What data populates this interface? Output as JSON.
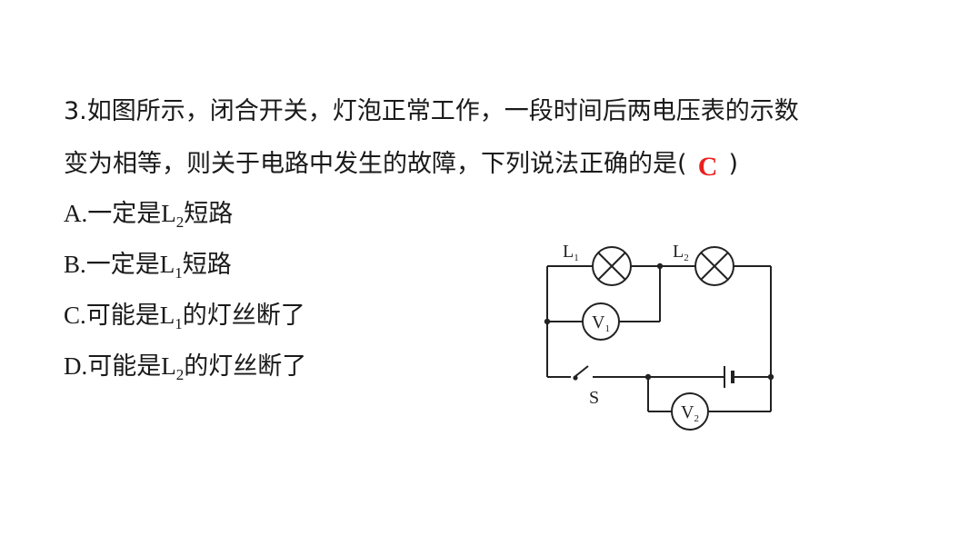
{
  "question": {
    "line1": "3.如图所示，闭合开关，灯泡正常工作，一段时间后两电压表的示数",
    "line2_text": "变为相等，则关于电路中发生的故障，下列说法正确的是(",
    "answer": "C",
    "close_paren": ")"
  },
  "options": [
    {
      "prefix": "A.",
      "pre": "一定是",
      "letter": "L",
      "sub": "2",
      "post": "短路"
    },
    {
      "prefix": "B.",
      "pre": "一定是",
      "letter": "L",
      "sub": "1",
      "post": "短路"
    },
    {
      "prefix": "C.",
      "pre": "可能是",
      "letter": "L",
      "sub": "1",
      "post": "的灯丝断了"
    },
    {
      "prefix": "D.",
      "pre": "可能是",
      "letter": "L",
      "sub": "2",
      "post": "的灯丝断了"
    }
  ],
  "circuit": {
    "lamp1": {
      "letter": "L",
      "sub": "1"
    },
    "lamp2": {
      "letter": "L",
      "sub": "2"
    },
    "voltmeter1": {
      "letter": "V",
      "sub": "1"
    },
    "voltmeter2": {
      "letter": "V",
      "sub": "2"
    },
    "switch_label": "S"
  },
  "colors": {
    "answer": "#e8211f",
    "text": "#1a1a1a",
    "wire": "#222222"
  }
}
